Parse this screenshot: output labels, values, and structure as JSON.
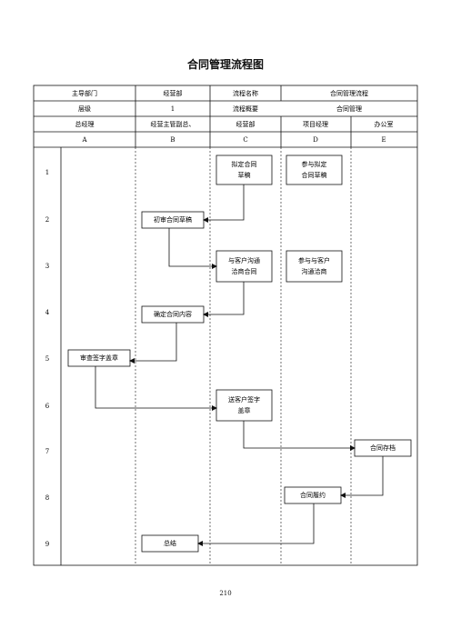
{
  "title": "合同管理流程图",
  "page_number": "210",
  "header": {
    "row1": {
      "dept_label": "主导部门",
      "dept_value": "经营部",
      "name_label": "流程名称",
      "name_value": "合同管理流程"
    },
    "row2": {
      "level_label": "层级",
      "level_value": "1",
      "summary_label": "流程概要",
      "summary_value": "合同管理"
    },
    "roles": [
      "总经理",
      "经营主管副总、",
      "经营部",
      "项目经理",
      "办公室"
    ],
    "columns": [
      "A",
      "B",
      "C",
      "D",
      "E"
    ]
  },
  "rows": [
    "1",
    "2",
    "3",
    "4",
    "5",
    "6",
    "7",
    "8",
    "9"
  ],
  "steps": {
    "draft": [
      "拟定合同",
      "草稿"
    ],
    "draft_assist": [
      "参与拟定",
      "合同草稿"
    ],
    "first_review": "初审合同草稿",
    "negotiate": [
      "与客户沟通",
      "洽商合同"
    ],
    "negotiate_assist": [
      "参与与客户",
      "沟通洽商"
    ],
    "confirm": "确定合同内容",
    "approve_sign": "审查签字盖章",
    "customer_sign": [
      "送客户签字",
      "盖章"
    ],
    "archive": "合同存档",
    "perform": "合同履约",
    "summary": "总结"
  }
}
